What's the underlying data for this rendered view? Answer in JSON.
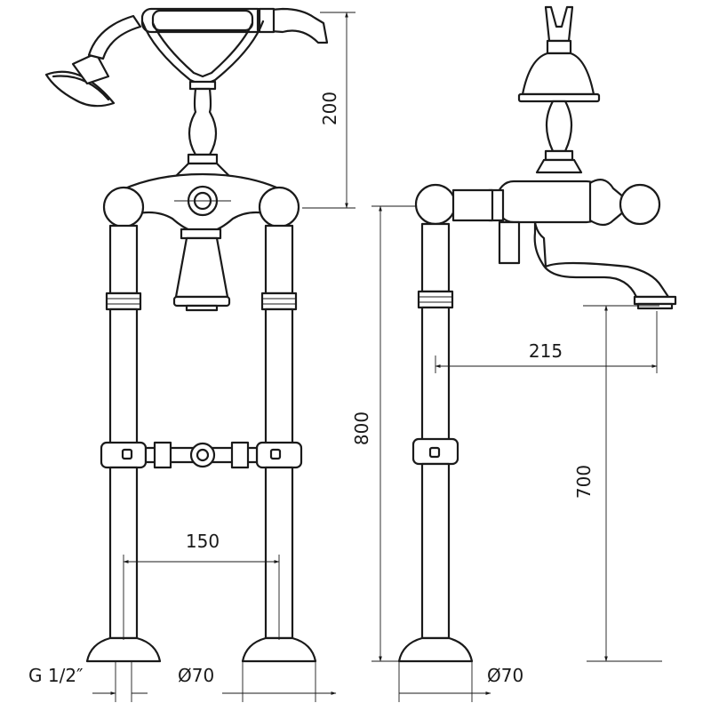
{
  "dimensions": {
    "head_height": "200",
    "spout_reach": "215",
    "total_height": "800",
    "spout_height": "700",
    "leg_spacing": "150",
    "thread_size": "G 1/2″",
    "base_diameter_front": "Ø70",
    "base_diameter_side": "Ø70"
  },
  "colors": {
    "line": "#1a1a1a",
    "background": "#ffffff"
  }
}
